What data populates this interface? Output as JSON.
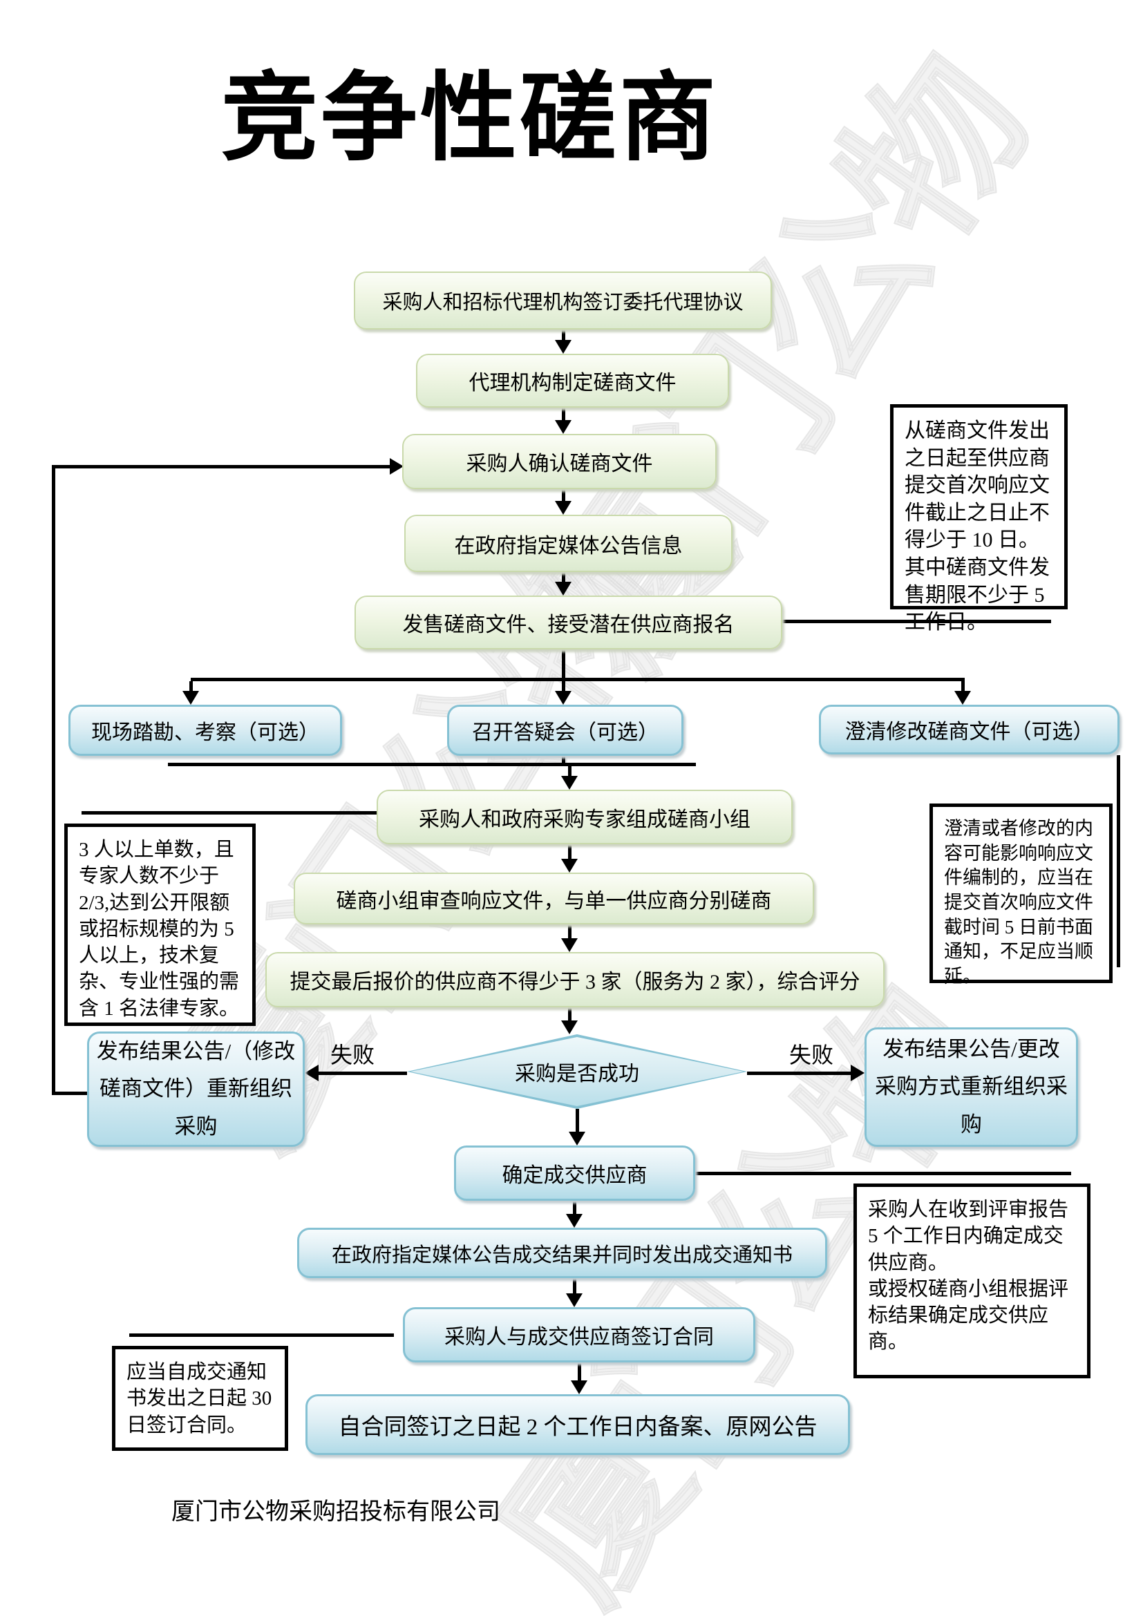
{
  "page": {
    "title": "竞争性磋商",
    "footer": "厦门市公物采购招投标有限公司",
    "watermark": "厦门公物"
  },
  "flow": {
    "sign_agreement": "采购人和招标代理机构签订委托代理协议",
    "prepare_document": "代理机构制定磋商文件",
    "confirm_document": "采购人确认磋商文件",
    "publish_info": "在政府指定媒体公告信息",
    "sell_document": "发售磋商文件、接受潜在供应商报名",
    "site_survey": "现场踏勘、考察（可选）",
    "qa_meeting": "召开答疑会（可选）",
    "clarify_modify": "澄清修改磋商文件（可选）",
    "form_team": "采购人和政府采购专家组成磋商小组",
    "review_response": "磋商小组审查响应文件，与单一供应商分别磋商",
    "final_quote": "提交最后报价的供应商不得少于 3 家（服务为 2 家），综合评分",
    "decision": "采购是否成功",
    "fail_label": "失败",
    "redo_left": "发布结果公告/（修改磋商文件）重新组织采购",
    "redo_right": "发布结果公告/更改采购方式重新组织采购",
    "confirm_supplier": "确定成交供应商",
    "announce_result": "在政府指定媒体公告成交结果并同时发出成交通知书",
    "sign_contract": "采购人与成交供应商签订合同",
    "filing_announce": "自合同签订之日起 2 个工作日内备案、原网公告"
  },
  "notes": {
    "document_period": "从磋商文件发出之日起至供应商提交首次响应文件截止之日止不得少于 10 日。其中磋商文件发售期限不少于 5 工作日。",
    "team_composition": "3 人以上单数，且专家人数不少于 2/3,达到公开限额或招标规模的为 5 人以上，技术复杂、专业性强的需含 1 名法律专家。",
    "clarification_notice": "澄清或者修改的内容可能影响响应文件编制的，应当在提交首次响应文件截时间 5 日前书面通知，不足应当顺延。",
    "confirm_deadline": "采购人在收到评审报告 5 个工作日内确定成交供应商。\n或授权磋商小组根据评标结果确定成交供应商。",
    "contract_deadline": "应当自成交通知书发出之日起 30 日签订合同。"
  }
}
